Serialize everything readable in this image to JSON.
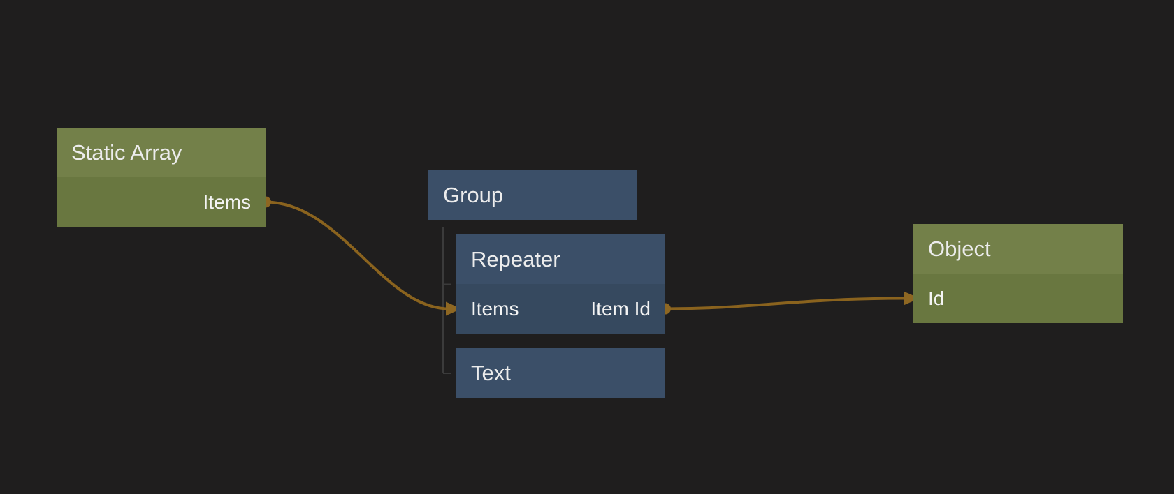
{
  "app": {
    "view": "node-graph-canvas"
  },
  "colors": {
    "background": "#1f1e1e",
    "green_node_header": "#738049",
    "green_node_body": "#697740",
    "blue_node_header": "#3b4f68",
    "blue_node_body": "#36495f",
    "wire": "#8a631e",
    "port_dot": "#8e6722",
    "arrowhead": "#8e6722",
    "hierarchy_line": "#3b3b3b",
    "text": "#ececec"
  },
  "nodes": {
    "static_array": {
      "title": "Static Array",
      "output_label": "Items"
    },
    "group": {
      "title": "Group"
    },
    "repeater": {
      "title": "Repeater",
      "input_label": "Items",
      "output_label": "Item Id"
    },
    "text": {
      "title": "Text"
    },
    "object": {
      "title": "Object",
      "input_label": "Id"
    }
  },
  "connections": [
    {
      "from": "Static Array.Items",
      "to": "Repeater.Items"
    },
    {
      "from": "Repeater.Item Id",
      "to": "Object.Id"
    }
  ],
  "hierarchy": [
    {
      "parent": "Group",
      "children": [
        "Repeater",
        "Text"
      ]
    }
  ]
}
